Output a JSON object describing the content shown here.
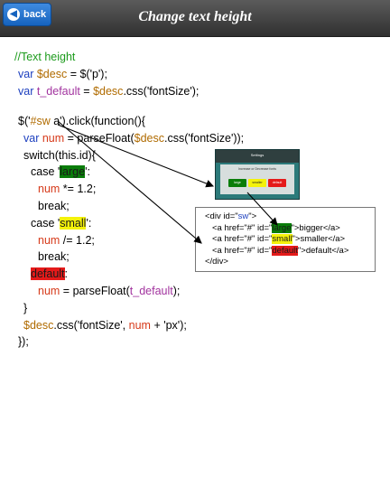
{
  "header": {
    "back_label": "back",
    "title": "Change text height"
  },
  "code": {
    "l1": "//Text height",
    "l2_kw": "var",
    "l2_var": "$desc",
    "l2_rest": " = $('p');",
    "l3_kw": "var",
    "l3_var": "t_default",
    "l3_mid": " = ",
    "l3_var2": "$desc",
    "l3_rest": ".css('fontSize');",
    "l5_a": "$('",
    "l5_sel": "#sw",
    "l5_b": " a').click(function(){",
    "l6_kw": "var",
    "l6_var": "num",
    "l6_mid": " = parseFloat(",
    "l6_var2": "$desc",
    "l6_rest": ".css('fontSize'));",
    "l7": "switch(this.id){",
    "l8_a": "case '",
    "l8_h": "large",
    "l8_b": "':",
    "l9_var": "num",
    "l9_rest": " *= 1.2;",
    "l10": "break;",
    "l11_a": "case '",
    "l11_h": "small",
    "l11_b": "':",
    "l12_var": "num",
    "l12_rest": " /= 1.2;",
    "l13": "break;",
    "l14_h": "default",
    "l14_b": ":",
    "l15_var": "num",
    "l15_mid": " = parseFloat(",
    "l15_var2": "t_default",
    "l15_rest": ");",
    "l16": "}",
    "l17_var": "$desc",
    "l17_mid": ".css('fontSize', ",
    "l17_var2": "num",
    "l17_rest": " + 'px');",
    "l18": "});"
  },
  "thumbnail": {
    "title": "Settings",
    "text": "Increase or Decrease fonts",
    "btn_large": "large",
    "btn_smaller": "smaller",
    "btn_default": "default"
  },
  "html_snippet": {
    "l1_a": "<div id=\"",
    "l1_id": "sw",
    "l1_b": "\">",
    "l2_a": "<a href=\"#\" id=\"",
    "l2_id": "large",
    "l2_b": "\">bigger</a>",
    "l3_a": "<a href=\"#\" id=\"",
    "l3_id": "small",
    "l3_b": "\">smaller</a>",
    "l4_a": "<a href=\"#\" id=\"",
    "l4_id": "default",
    "l4_b": "\">default</a>",
    "l5": "</div>"
  }
}
